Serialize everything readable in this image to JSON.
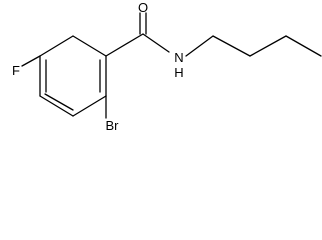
{
  "molecule": {
    "atoms": {
      "oxygen": "O",
      "nitrogen_hydrogen": "N\nH",
      "fluorine": "F",
      "bromine": "Br"
    }
  },
  "colors": {
    "bond": "#000000",
    "label": "#000000",
    "background": "#ffffff"
  }
}
